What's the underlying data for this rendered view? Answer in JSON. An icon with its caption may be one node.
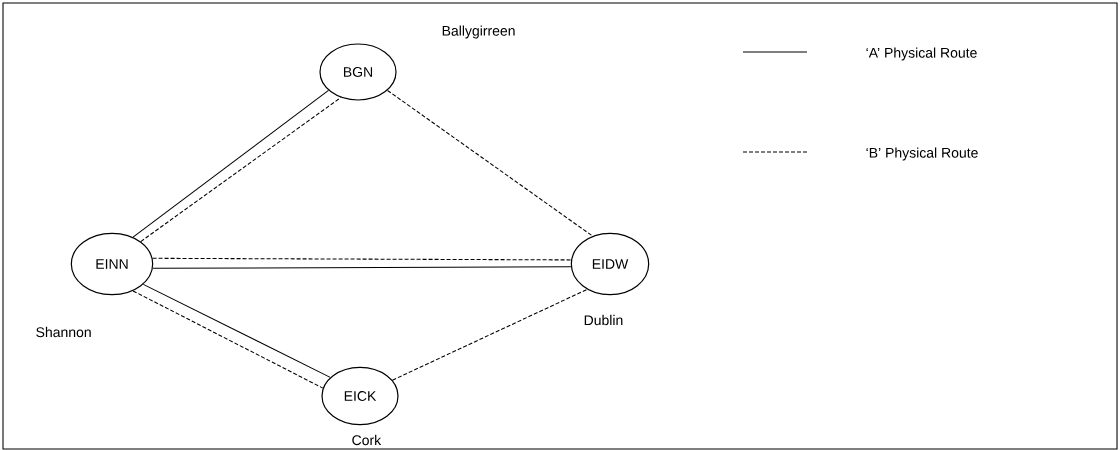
{
  "diagram": {
    "nodes": [
      {
        "text": [
          "BGN"
        ],
        "beside": [
          "Ballygirreen"
        ]
      },
      {
        "text": [
          "EINN"
        ],
        "beside": [
          "Shannon"
        ]
      },
      {
        "text": [
          "EIDW"
        ],
        "beside": [
          "Dublin"
        ]
      },
      {
        "text": [
          "EICK"
        ],
        "beside": [
          "Cork"
        ]
      }
    ],
    "edges": [
      {
        "from": 1,
        "to": 0,
        "arrow": "none"
      },
      {
        "from": 1,
        "to": 0,
        "arrow": "none",
        "style": "dashed"
      },
      {
        "from": 0,
        "to": 2,
        "arrow": "none",
        "style": "dashed"
      },
      {
        "from": 1,
        "to": 2,
        "arrow": "none",
        "style": "dashed"
      },
      {
        "from": 1,
        "to": 2,
        "arrow": "none"
      },
      {
        "from": 1,
        "to": 3,
        "arrow": "none"
      },
      {
        "from": 1,
        "to": 3,
        "arrow": "none",
        "style": "dashed"
      },
      {
        "from": 3,
        "to": 2,
        "arrow": "none",
        "style": "dashed"
      }
    ],
    "legend": [
      {
        "text": "‘A’ Physical Route"
      },
      {
        "text": "‘B’ Physical Route"
      }
    ]
  }
}
